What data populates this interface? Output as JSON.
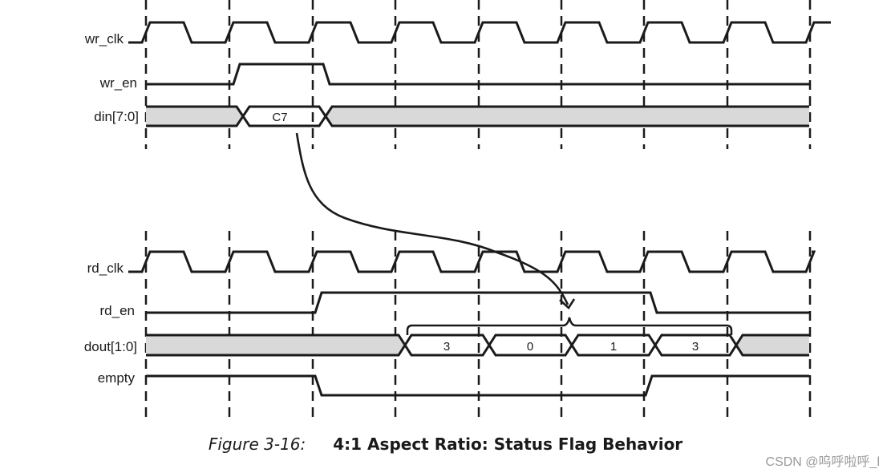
{
  "signals": {
    "wr_clk": "wr_clk",
    "wr_en": "wr_en",
    "din": "din[7:0]",
    "rd_clk": "rd_clk",
    "rd_en": "rd_en",
    "dout": "dout[1:0]",
    "empty": "empty"
  },
  "din_values": [
    "C7"
  ],
  "dout_values": [
    "3",
    "0",
    "1",
    "3"
  ],
  "caption": {
    "figure_number": "Figure 3-16:",
    "title": "4:1 Aspect Ratio: Status Flag Behavior"
  },
  "watermark": "CSDN @呜呼啦呼_l"
}
